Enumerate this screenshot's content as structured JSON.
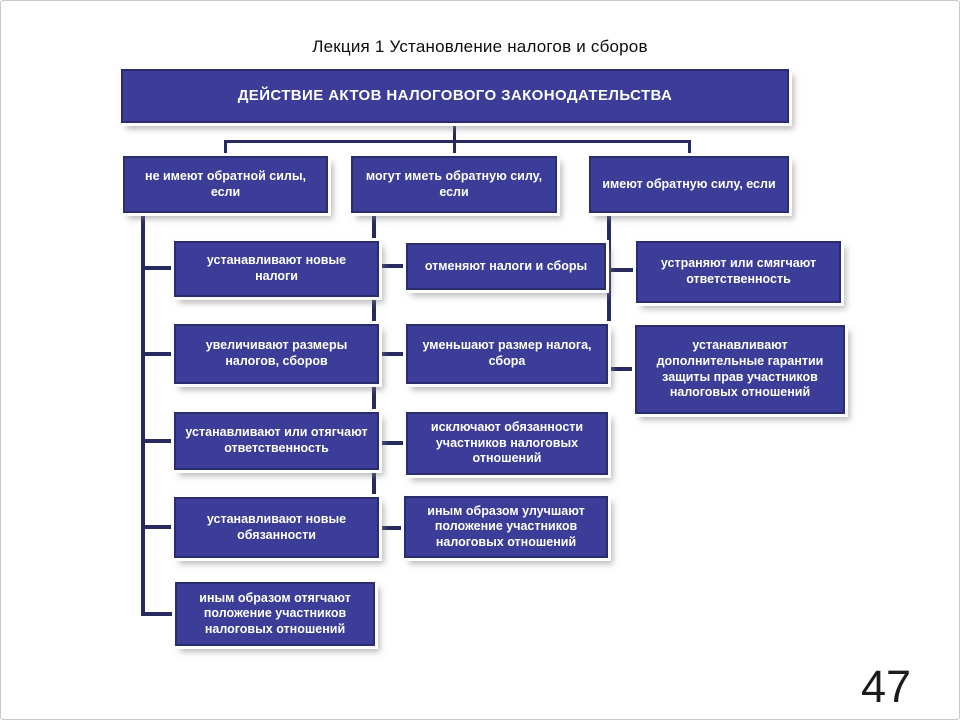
{
  "slide": {
    "title": "Лекция 1 Установление налогов и сборов",
    "page_number": "47"
  },
  "colors": {
    "box_fill": "#3c3d99",
    "box_border": "#2a2c6b",
    "connector_line": "#272a5e",
    "background": "#ffffff"
  },
  "diagram": {
    "root": "ДЕЙСТВИЕ АКТОВ НАЛОГОВОГО ЗАКОНОДАТЕЛЬСТВА",
    "branches": [
      {
        "label": "не имеют обратной силы, если",
        "children": [
          "устанавливают новые налоги",
          "увеличивают размеры налогов, сборов",
          "устанавливают или отягчают ответственность",
          "устанавливают новые обязанности",
          "иным образом отягчают положение участников налоговых отношений"
        ]
      },
      {
        "label": "могут иметь обратную силу, если",
        "children": [
          "отменяют налоги и сборы",
          "уменьшают размер налога, сбора",
          "исключают обязанности участников налоговых отношений",
          "иным образом улучшают положение участников налоговых отношений"
        ]
      },
      {
        "label": "имеют обратную силу, если",
        "children": [
          "устраняют или смягчают ответственность",
          "устанавливают дополнительные гарантии защиты прав участников налоговых отношений"
        ]
      }
    ]
  }
}
